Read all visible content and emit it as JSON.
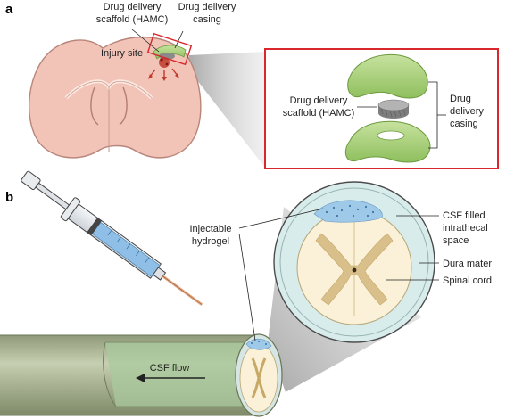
{
  "panel_a": {
    "letter": "a",
    "labels": {
      "scaffold_top_1": "Drug delivery",
      "scaffold_top_2": "scaffold (HAMC)",
      "casing_top_1": "Drug delivery",
      "casing_top_2": "casing",
      "injury_site": "Injury site",
      "scaffold_mid_1": "Drug delivery",
      "scaffold_mid_2": "scaffold (HAMC)",
      "casing_right_1": "Drug",
      "casing_right_2": "delivery",
      "casing_right_3": "casing"
    },
    "colors": {
      "brain": "#f2c4b8",
      "casing": "#a9d07a",
      "frame": "#d8282d"
    }
  },
  "panel_b": {
    "letter": "b",
    "labels": {
      "injectable_1": "Injectable",
      "injectable_2": "hydrogel",
      "csf_1": "CSF filled",
      "csf_2": "intrathecal",
      "csf_3": "space",
      "dura": "Dura mater",
      "spinal": "Spinal cord",
      "csf_flow": "CSF flow"
    },
    "colors": {
      "hydrogel": "#9fc9e8",
      "syringe_fluid": "#8fbfe6",
      "cord": "#d9c08a",
      "tube": "#b7c2a2"
    }
  }
}
